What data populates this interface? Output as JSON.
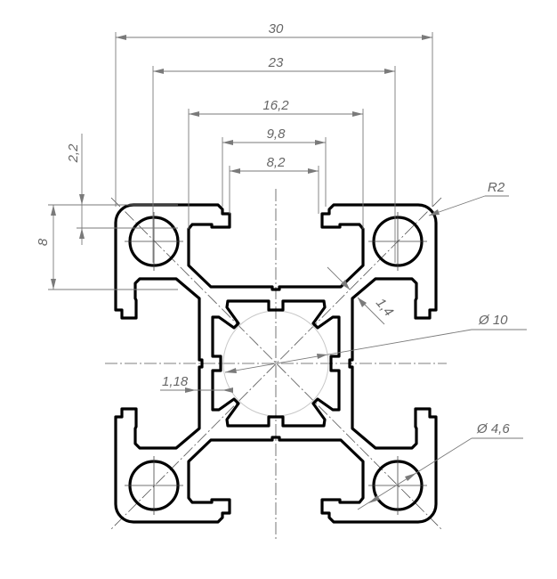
{
  "drawing": {
    "title": "Aluminium profile 30x30 cross-section",
    "dimensions": {
      "overall_width": "30",
      "lobe_span": "23",
      "inner_slot_span": "16,2",
      "slot_span": "9,8",
      "slot_opening": "8,2",
      "lip_height": "2,2",
      "lobe_height": "8",
      "corner_radius": "R2",
      "rib_thickness": "1,4",
      "core_diameter": "Ø 10",
      "wall_thickness": "1,18",
      "hole_diameter": "Ø 4,6"
    }
  }
}
